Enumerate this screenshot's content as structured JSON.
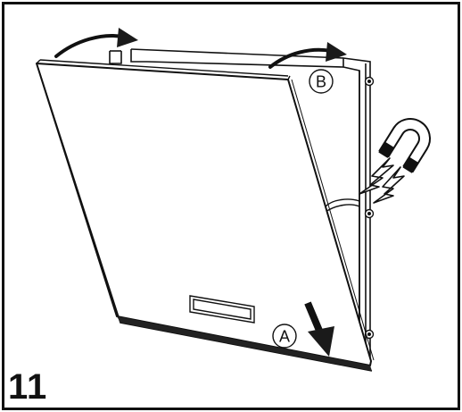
{
  "step": {
    "number": "11"
  },
  "callouts": {
    "a": "A",
    "b": "B"
  },
  "colors": {
    "ink": "#111111",
    "panel_fill": "#ffffff",
    "arrow_fill": "#1a1a1a"
  },
  "icons": {
    "magnet": "horseshoe-magnet-icon",
    "lightning": "lightning-bolt-icon"
  }
}
